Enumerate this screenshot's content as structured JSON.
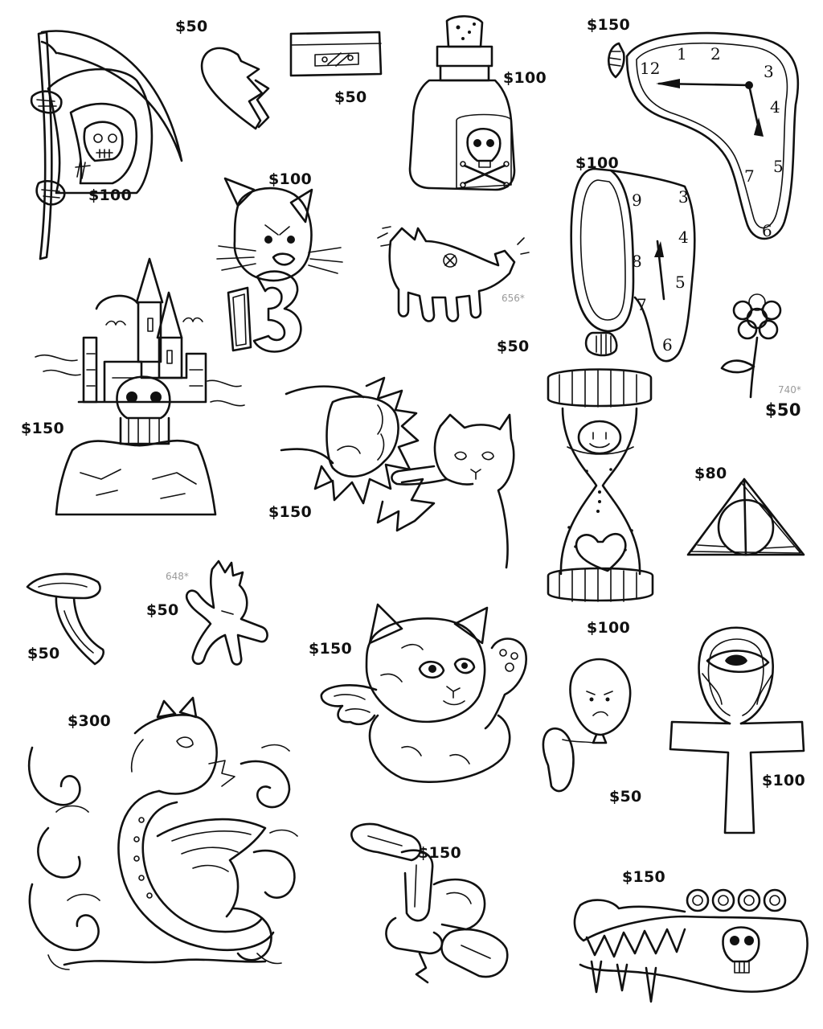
{
  "colors": {
    "ink": "#111111",
    "paper": "#ffffff",
    "code_text": "#9a9a9a"
  },
  "flashes": [
    {
      "id": "reaper",
      "icon": "grim-reaper-icon",
      "price": "$100"
    },
    {
      "id": "broken-heart",
      "icon": "broken-heart-icon",
      "price": "$50"
    },
    {
      "id": "razor-blade",
      "icon": "razor-blade-icon",
      "price": "$50"
    },
    {
      "id": "poison-bottle",
      "icon": "poison-bottle-icon",
      "price": "$100"
    },
    {
      "id": "melting-clock-large",
      "icon": "melting-clock-icon",
      "price": "$150",
      "numerals": [
        "12",
        "1",
        "2",
        "3",
        "4",
        "5",
        "6",
        "7"
      ]
    },
    {
      "id": "cat-13",
      "icon": "cat-thirteen-icon",
      "price": "$100",
      "number": "13"
    },
    {
      "id": "haring-dog",
      "icon": "barking-dog-icon",
      "price": "$50",
      "code": "656*"
    },
    {
      "id": "melting-clock-small",
      "icon": "melting-clock-small-icon",
      "price": "$100",
      "numerals": [
        "3",
        "9",
        "4",
        "8",
        "5",
        "7",
        "6"
      ]
    },
    {
      "id": "rose",
      "icon": "flower-icon",
      "price": "$50",
      "code": "740*"
    },
    {
      "id": "castle",
      "icon": "skull-castle-icon",
      "price": "$150"
    },
    {
      "id": "punch-cat",
      "icon": "fist-punching-cat-icon",
      "price": "$150"
    },
    {
      "id": "hourglass",
      "icon": "hourglass-heart-icon",
      "price": "$100"
    },
    {
      "id": "deathly-hallows",
      "icon": "deathly-hallows-icon",
      "price": "$80"
    },
    {
      "id": "mushroom",
      "icon": "mushroom-icon",
      "price": "$50"
    },
    {
      "id": "haring-figure",
      "icon": "dancing-figure-icon",
      "price": "$50",
      "code": "648*"
    },
    {
      "id": "angel-kitten",
      "icon": "winged-kitten-icon",
      "price": "$150"
    },
    {
      "id": "balloon",
      "icon": "sad-balloon-icon",
      "price": "$50"
    },
    {
      "id": "ankh",
      "icon": "eye-ankh-icon",
      "price": "$100"
    },
    {
      "id": "dragon",
      "icon": "dragon-scroll-icon",
      "price": "$300"
    },
    {
      "id": "chain",
      "icon": "chain-links-icon",
      "price": "$150"
    },
    {
      "id": "jaw",
      "icon": "skull-jaw-icon",
      "price": "$150"
    }
  ]
}
